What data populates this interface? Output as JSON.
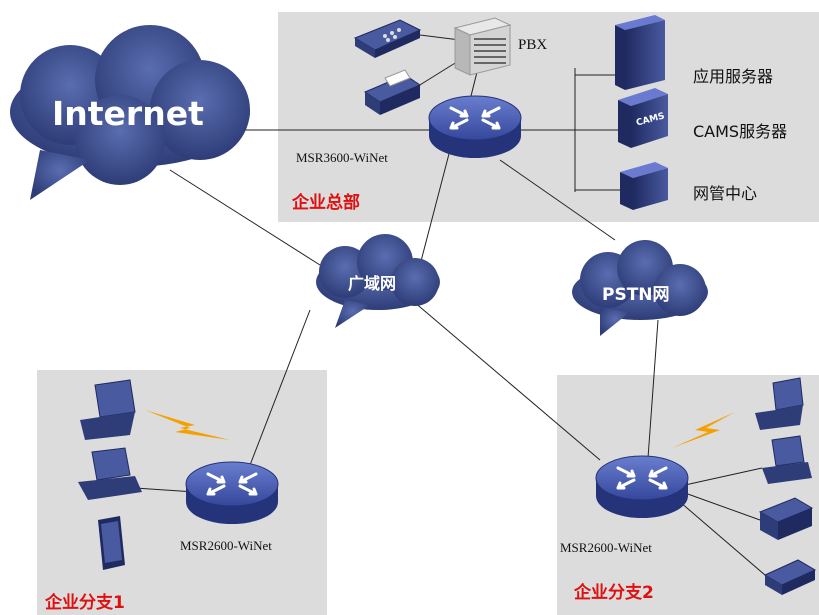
{
  "hq": {
    "label": "企业总部",
    "router": "MSR3600-WiNet",
    "pbx": "PBX",
    "servers": [
      "应用服务器",
      "CAMS服务器",
      "网管中心"
    ],
    "cams_badge": "CAMS"
  },
  "branch1": {
    "label": "企业分支1",
    "router": "MSR2600-WiNet"
  },
  "branch2": {
    "label": "企业分支2",
    "router": "MSR2600-WiNet"
  },
  "clouds": {
    "internet": "Internet",
    "wan": "广域网",
    "pstn": "PSTN网"
  },
  "colors": {
    "cloud": "#3d4f8f",
    "router": "#3a4a9a",
    "zone": "#dcdcdc",
    "label_red": "#e01010",
    "lightning": "#f5a000"
  }
}
